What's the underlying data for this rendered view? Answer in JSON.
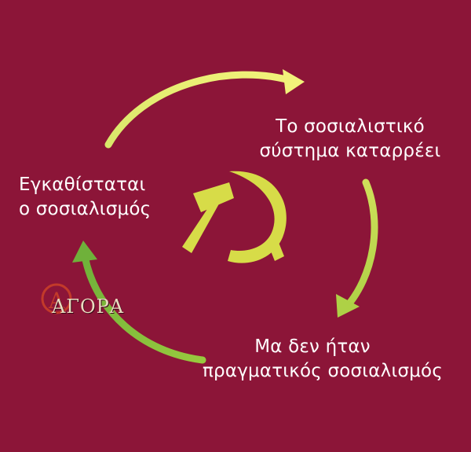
{
  "nodes": {
    "top_right": [
      "Το σοσιαλιστικό",
      "σύστημα καταρρέει"
    ],
    "bottom": [
      "Μα δεν ήταν",
      "πραγματικός σοσιαλισμός"
    ],
    "left": [
      "Εγκαθίσταται",
      "ο σοσιαλισμός"
    ]
  },
  "logo": {
    "text": "ΑΓΟΡΑ",
    "icon": "alpha-circle-logo"
  },
  "center_icon": "hammer-and-sickle-icon",
  "colors": {
    "background": "#8c1538",
    "arrow_yellow": "#e6ee6a",
    "arrow_lime": "#c6d84a",
    "arrow_green": "#7cb93a",
    "emblem": "#d7dc48",
    "text": "#ffffff"
  }
}
